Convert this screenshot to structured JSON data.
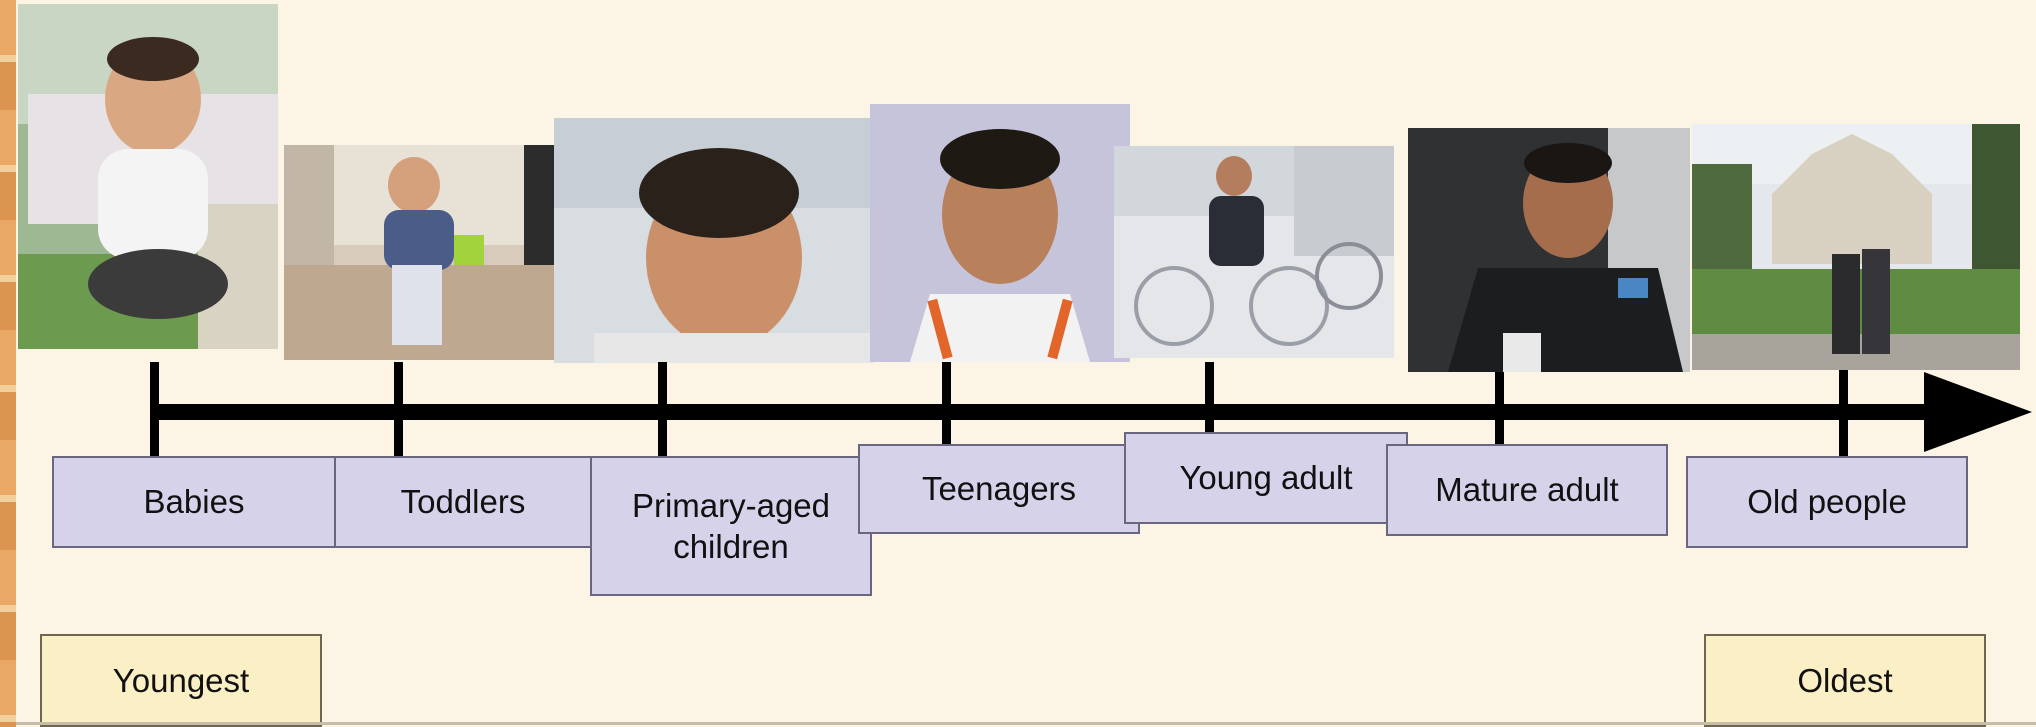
{
  "timeline": {
    "stages": [
      {
        "label": "Babies",
        "photo": "baby-sitting-photo"
      },
      {
        "label": "Toddlers",
        "photo": "toddler-walking-photo"
      },
      {
        "label": "Primary-aged children",
        "photo": "child-face-photo"
      },
      {
        "label": "Teenagers",
        "photo": "teenager-portrait-photo"
      },
      {
        "label": "Young adult",
        "photo": "young-adult-bicycles-photo"
      },
      {
        "label": "Mature adult",
        "photo": "mature-adult-mug-photo"
      },
      {
        "label": "Old people",
        "photo": "old-couple-building-photo"
      }
    ],
    "start_label": "Youngest",
    "end_label": "Oldest"
  },
  "colors": {
    "background": "#fcf5e6",
    "stage_box": "#d6d2ea",
    "end_box": "#fbefc6",
    "axis": "#000000"
  }
}
